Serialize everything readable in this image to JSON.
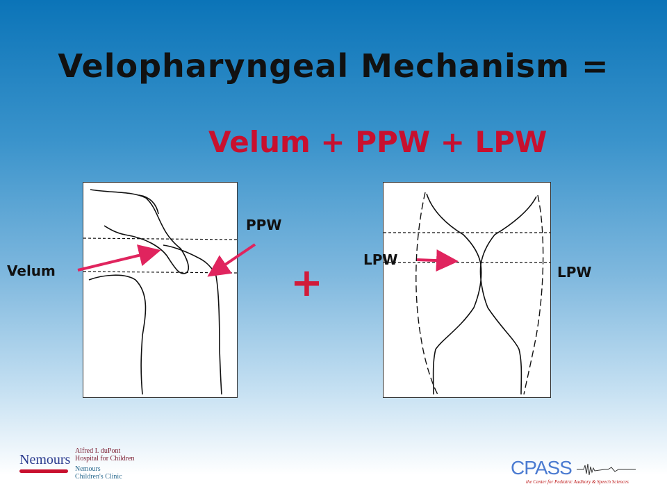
{
  "slide": {
    "title": "Velopharyngeal Mechanism =",
    "subtitle": "Velum + PPW + LPW"
  },
  "labels": {
    "ppw": "PPW",
    "velum": "Velum",
    "lpw_inner": "LPW",
    "lpw_outer": "LPW",
    "plus": "+"
  },
  "logos": {
    "nemours": {
      "word": "Nemours",
      "hospital": "Alfred I. duPont\nHospital for Children",
      "clinic": "Nemours\nChildren's Clinic"
    },
    "cpass": {
      "word": "CPASS",
      "subtitle": "the Center for Pediatric Auditory & Speech Sciences"
    }
  },
  "colors": {
    "title": "#111111",
    "subtitle": "#c8102e",
    "arrow": "#e0245e",
    "plus": "#d11b3a"
  }
}
